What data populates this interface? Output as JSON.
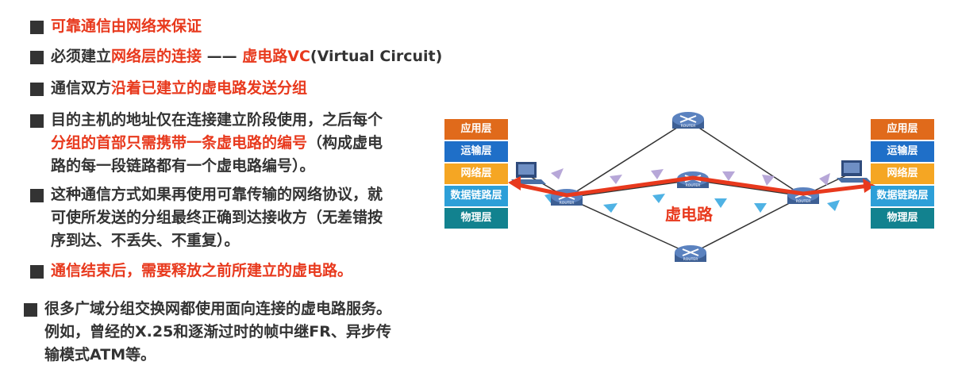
{
  "bullets": [
    {
      "id": "b1",
      "parts": [
        {
          "t": "可靠通信由网络来保证",
          "c": "red"
        }
      ]
    },
    {
      "id": "b2",
      "parts": [
        {
          "t": "必须建立",
          "c": "dark"
        },
        {
          "t": "网络层的连接",
          "c": "red"
        },
        {
          "t": " —— ",
          "c": "dark"
        },
        {
          "t": "虚电路VC",
          "c": "red"
        },
        {
          "t": "(Virtual Circuit)",
          "c": "dark"
        }
      ]
    },
    {
      "id": "b3",
      "parts": [
        {
          "t": "通信双方",
          "c": "dark"
        },
        {
          "t": "沿着已建立的虚电路发送分组",
          "c": "red"
        }
      ]
    },
    {
      "id": "b4",
      "lines": [
        [
          {
            "t": "目的主机的地址仅在连接建立阶段使用，之后每个",
            "c": "dark"
          }
        ],
        [
          {
            "t": "分组的首部只需携带一条虚电路的编号",
            "c": "red"
          },
          {
            "t": "（构成虚电",
            "c": "dark"
          }
        ],
        [
          {
            "t": "路的每一段链路都有一个虚电路编号）。",
            "c": "dark"
          }
        ]
      ]
    },
    {
      "id": "b5",
      "lines": [
        [
          {
            "t": "这种通信方式如果再使用可靠传输的网络协议，就",
            "c": "dark"
          }
        ],
        [
          {
            "t": "可使所发送的分组最终正确到达接收方（无差错按",
            "c": "dark"
          }
        ],
        [
          {
            "t": "序到达、不丢失、不重复）。",
            "c": "dark"
          }
        ]
      ]
    },
    {
      "id": "b6",
      "parts": [
        {
          "t": "通信结束后，需要释放之前所建立的虚电路。",
          "c": "red"
        }
      ]
    },
    {
      "id": "b7",
      "lines": [
        [
          {
            "t": "很多广域分组交换网都使用面向连接的虚电路服务。",
            "c": "dark"
          }
        ],
        [
          {
            "t": "例如，曾经的X.25和逐渐过时的帧中继FR、异步传",
            "c": "dark"
          }
        ],
        [
          {
            "t": "输模式ATM等。",
            "c": "dark"
          }
        ]
      ]
    }
  ],
  "layers": [
    "应用层",
    "运输层",
    "网络层",
    "数据链路层",
    "物理层"
  ],
  "layer_colors": [
    "#e06a1b",
    "#1f6fc8",
    "#f5a623",
    "#2d9fd8",
    "#12828f"
  ],
  "router_label": "ROUTER",
  "vc_label": "虚电路",
  "colors": {
    "red": "#e8391d",
    "dark": "#333333",
    "router": "#4a6fa5",
    "link": "#333333"
  }
}
